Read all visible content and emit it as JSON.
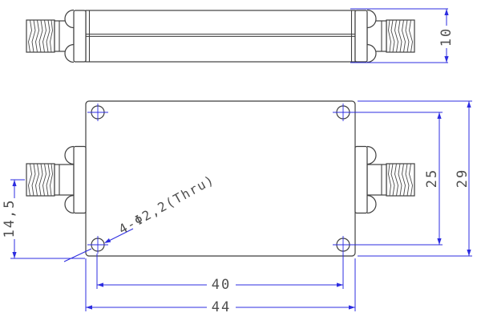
{
  "side_view": {
    "height_dim": "10"
  },
  "plan_view": {
    "port_offset_dim": "14,5",
    "hole_spacing_vertical_dim": "25",
    "body_height_dim": "29",
    "hole_spacing_horizontal_dim": "40",
    "body_width_dim": "44",
    "hole_callout": "4-Φ2,2(Thru)"
  },
  "colors": {
    "dimension_blue": "#2c2ce0",
    "outline_gray": "#3f3f3f",
    "text_gray": "#4f4f4f",
    "background": "#ffffff"
  }
}
